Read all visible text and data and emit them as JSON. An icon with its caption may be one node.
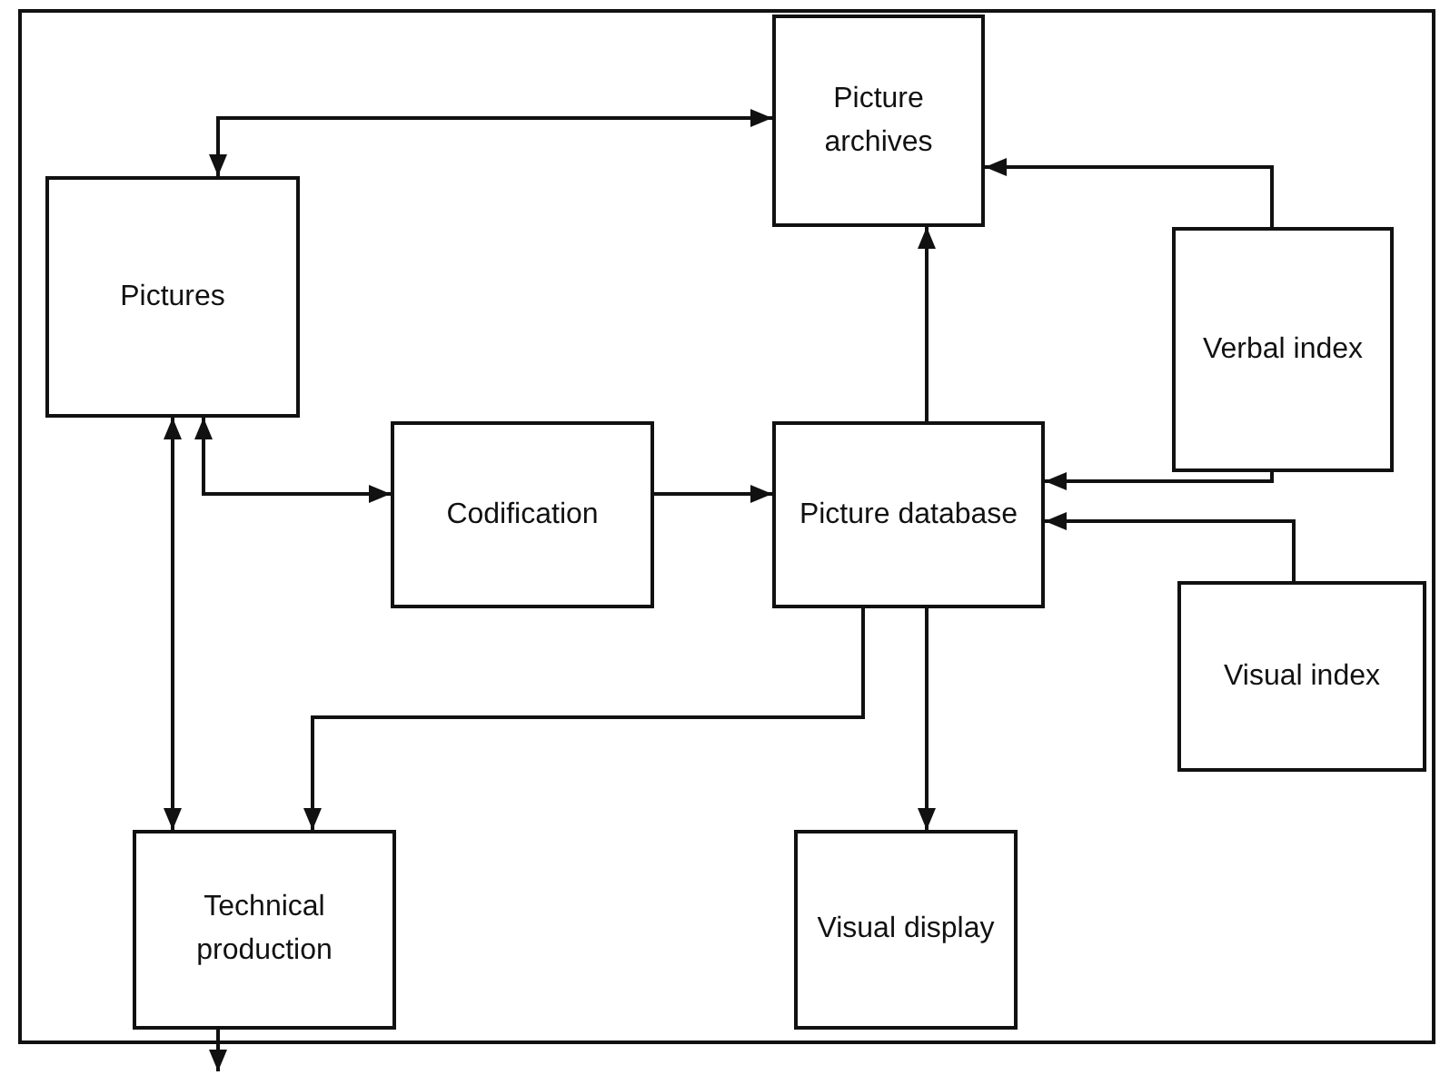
{
  "diagram": {
    "nodes": [
      {
        "text": [
          "Picture archives"
        ]
      },
      {
        "text": [
          "Pictures"
        ]
      },
      {
        "text": [
          "Verbal index"
        ]
      },
      {
        "text": [
          "Codification"
        ]
      },
      {
        "text": [
          "Picture database"
        ]
      },
      {
        "text": [
          "Visual index"
        ]
      },
      {
        "text": [
          "Technical production"
        ]
      },
      {
        "text": [
          "Visual display"
        ]
      }
    ],
    "edges": [
      {
        "from": 1,
        "to": 0,
        "arrow": "both"
      },
      {
        "from": 2,
        "to": 0,
        "arrow": "to"
      },
      {
        "from": 4,
        "to": 0,
        "arrow": "to"
      },
      {
        "from": 2,
        "to": 4,
        "arrow": "to"
      },
      {
        "from": 5,
        "to": 4,
        "arrow": "to"
      },
      {
        "from": 1,
        "to": 3,
        "arrow": "both"
      },
      {
        "from": 3,
        "to": 4,
        "arrow": "to"
      },
      {
        "from": 1,
        "to": 6,
        "arrow": "both"
      },
      {
        "from": 4,
        "to": 6,
        "arrow": "to"
      },
      {
        "from": 4,
        "to": 7,
        "arrow": "to"
      },
      {
        "from": 6,
        "to": null,
        "arrow": "to"
      }
    ]
  }
}
